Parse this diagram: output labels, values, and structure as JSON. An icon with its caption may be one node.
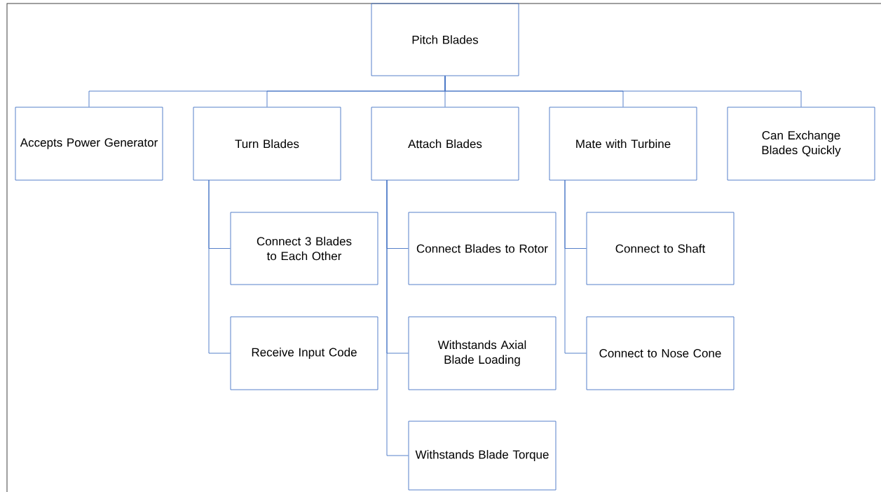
{
  "diagram": {
    "nodes": [
      {
        "text": [
          "Pitch Blades"
        ]
      },
      {
        "text": [
          "Accepts Power Generator"
        ]
      },
      {
        "text": [
          "Turn Blades"
        ]
      },
      {
        "text": [
          "Attach Blades"
        ]
      },
      {
        "text": [
          "Mate with Turbine"
        ]
      },
      {
        "text": [
          "Can Exchange Blades Quickly"
        ]
      },
      {
        "text": [
          "Connect 3 Blades to Each Other"
        ]
      },
      {
        "text": [
          "Receive Input Code"
        ]
      },
      {
        "text": [
          "Connect Blades to Rotor"
        ]
      },
      {
        "text": [
          "Withstands Axial Blade Loading"
        ]
      },
      {
        "text": [
          "Withstands Blade Torque"
        ]
      },
      {
        "text": [
          "Connect to Shaft"
        ]
      },
      {
        "text": [
          "Connect to Nose Cone"
        ]
      }
    ],
    "edges": [
      {
        "from": 0,
        "to": 1,
        "arrow": "none"
      },
      {
        "from": 0,
        "to": 2,
        "arrow": "none"
      },
      {
        "from": 0,
        "to": 3,
        "arrow": "none"
      },
      {
        "from": 0,
        "to": 4,
        "arrow": "none"
      },
      {
        "from": 0,
        "to": 5,
        "arrow": "none"
      },
      {
        "from": 2,
        "to": 6,
        "arrow": "none"
      },
      {
        "from": 2,
        "to": 7,
        "arrow": "none"
      },
      {
        "from": 3,
        "to": 8,
        "arrow": "none"
      },
      {
        "from": 3,
        "to": 9,
        "arrow": "none"
      },
      {
        "from": 3,
        "to": 10,
        "arrow": "none"
      },
      {
        "from": 4,
        "to": 11,
        "arrow": "none"
      },
      {
        "from": 4,
        "to": 12,
        "arrow": "none"
      }
    ]
  }
}
